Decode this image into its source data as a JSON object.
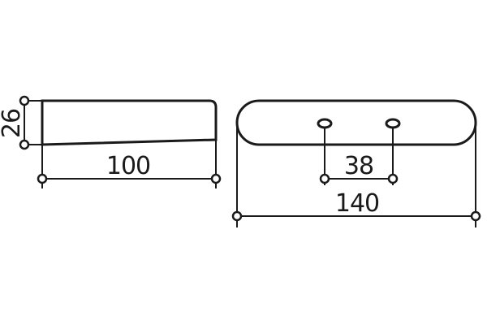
{
  "dimensions": {
    "side_height": "26",
    "side_length": "100",
    "hole_spacing": "38",
    "overall_length": "140"
  },
  "colors": {
    "ink": "#1a1a1a",
    "background": "#ffffff"
  }
}
